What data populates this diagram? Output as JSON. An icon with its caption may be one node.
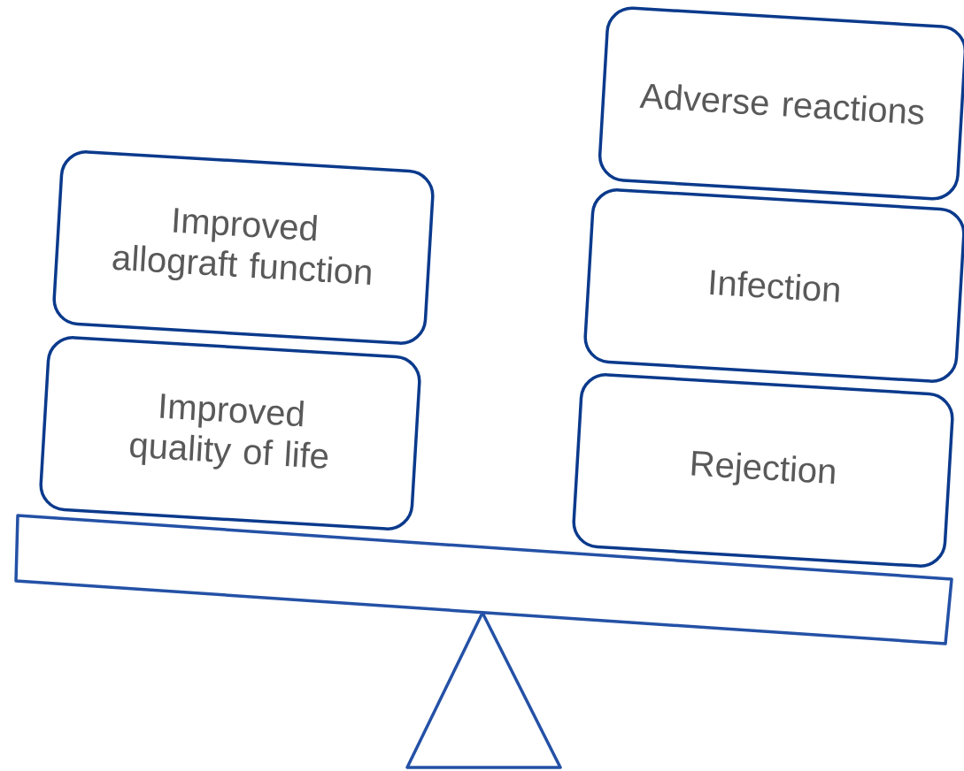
{
  "diagram": {
    "nodes": [
      {
        "text": [
          "Improved allograft function"
        ]
      },
      {
        "text": [
          "Improved quality of life"
        ]
      },
      {
        "text": [
          "Adverse reactions"
        ]
      },
      {
        "text": [
          "Infection"
        ]
      },
      {
        "text": [
          "Rejection"
        ]
      }
    ]
  }
}
